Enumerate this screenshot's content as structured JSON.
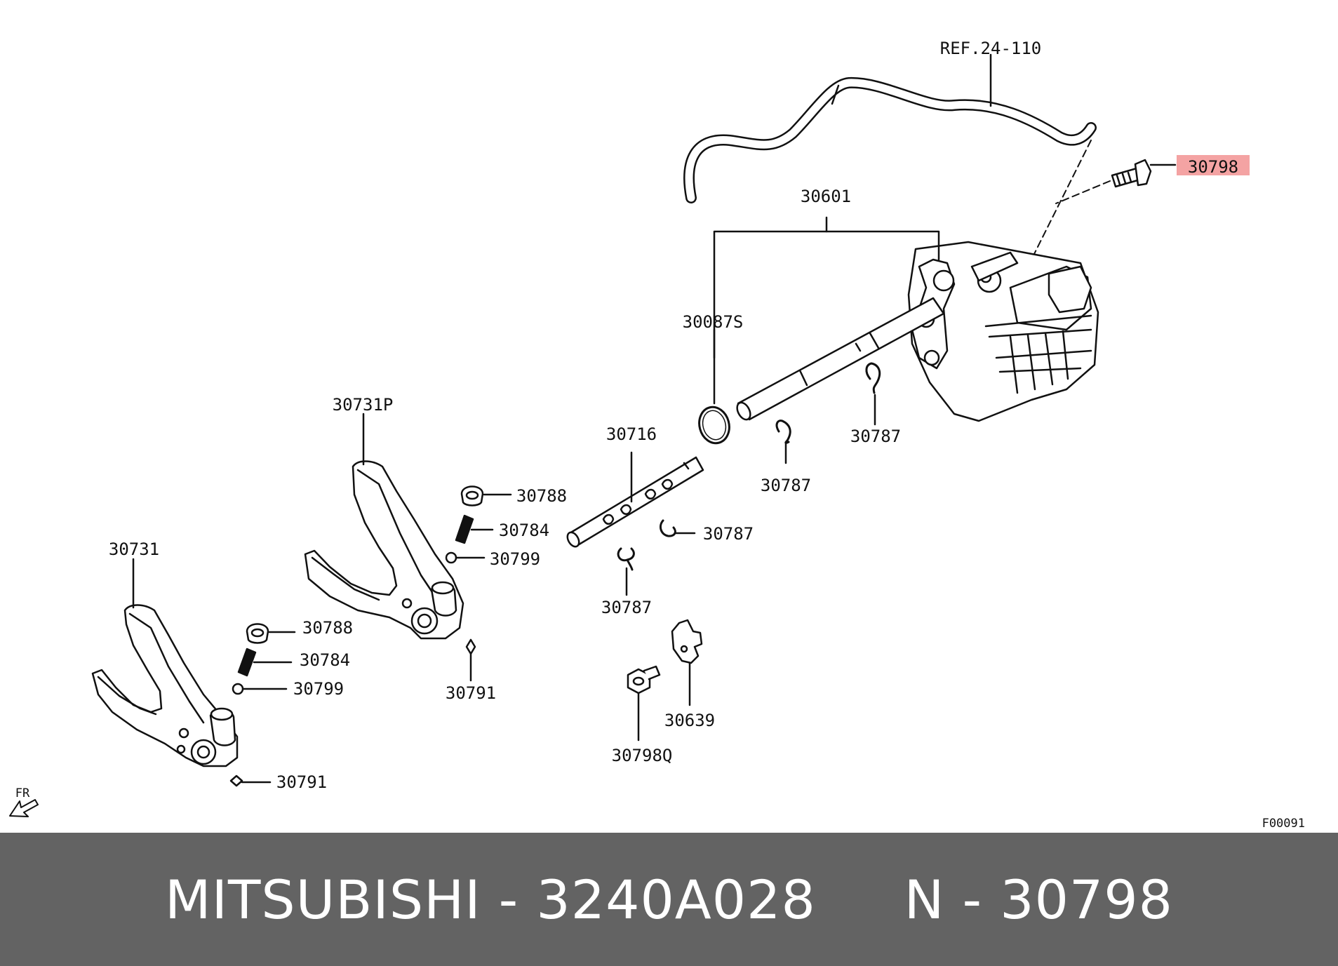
{
  "diagram": {
    "colors": {
      "line": "#111111",
      "part_fill": "#ffffff",
      "highlight": "#f4a3a3"
    },
    "icons": {
      "direction_arrow": "front-arrow-icon"
    },
    "ref_label": "REF.24-110",
    "fr_label": "FR",
    "figure_code": "F00091",
    "callouts": {
      "p30798": "30798",
      "p30601": "30601",
      "p30087S": "30087S",
      "p30787_a": "30787",
      "p30787_b": "30787",
      "p30787_c": "30787",
      "p30787_d": "30787",
      "p30716": "30716",
      "p30731P": "30731P",
      "p30788_a": "30788",
      "p30784_a": "30784",
      "p30799_a": "30799",
      "p30791_a": "30791",
      "p30731": "30731",
      "p30788_b": "30788",
      "p30784_b": "30784",
      "p30799_b": "30799",
      "p30791_b": "30791",
      "p30639": "30639",
      "p30798Q": "30798Q"
    }
  },
  "footer": {
    "caption": "MITSUBISHI - 3240A028     N - 30798"
  }
}
